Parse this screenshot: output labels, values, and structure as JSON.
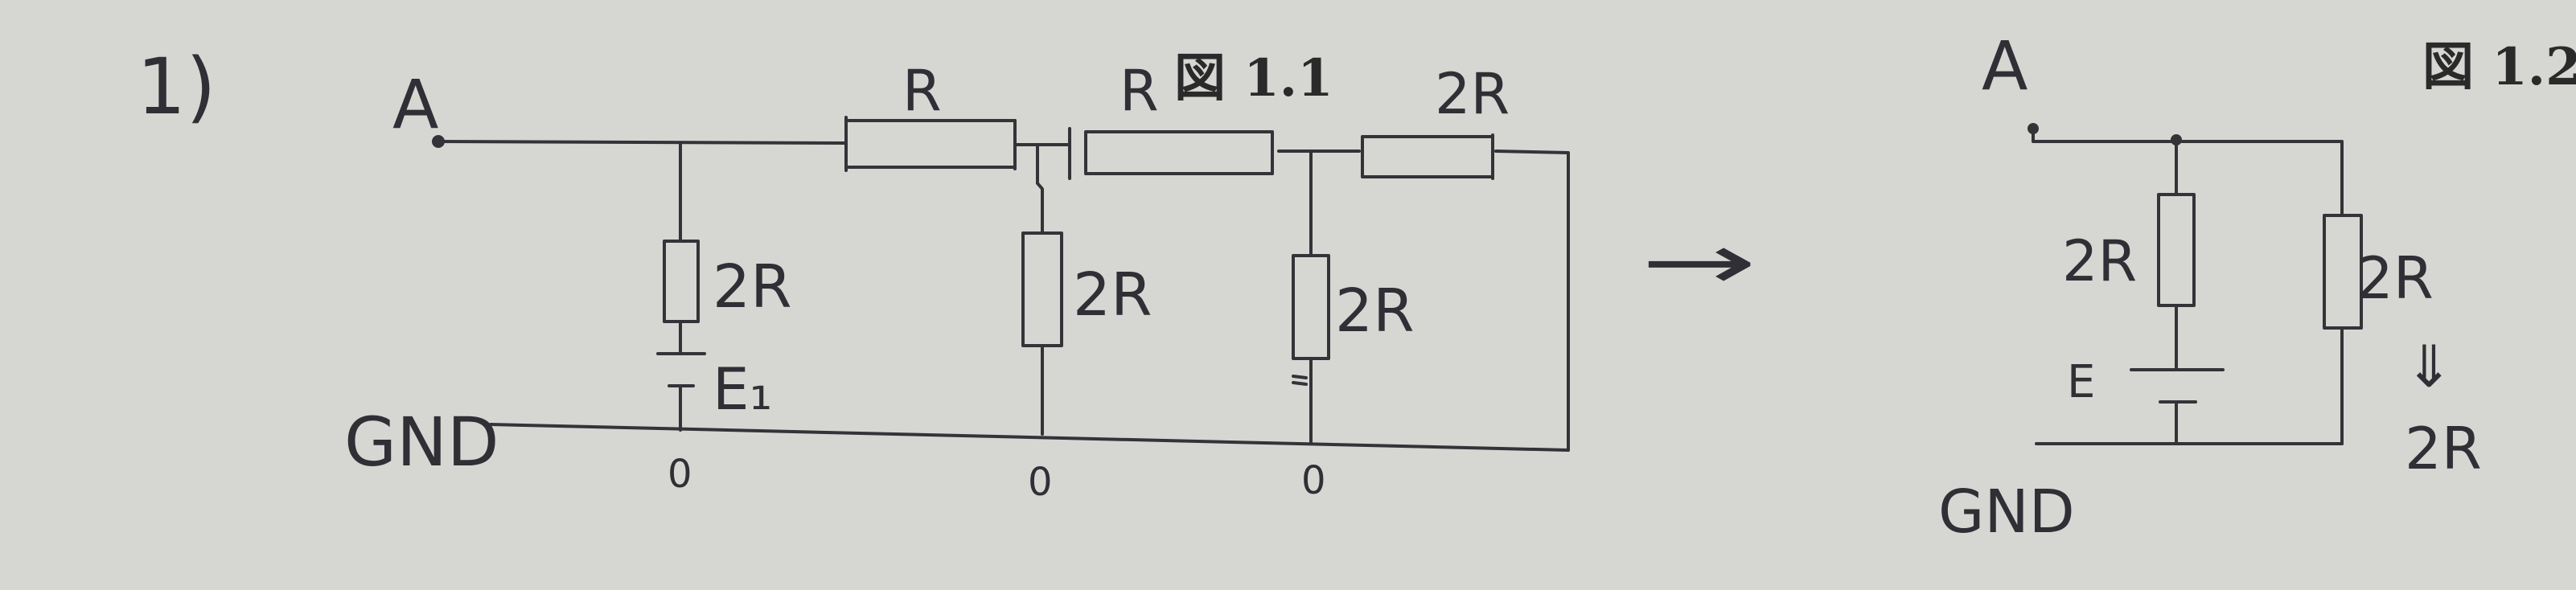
{
  "diagram": {
    "step_label": "1)",
    "figure_1": {
      "caption": "図 1.1",
      "node_a": "A",
      "ground": "GND",
      "series_r1": "R",
      "series_r2": "R",
      "series_r3": "2R",
      "branch_1": "2R",
      "branch_2": "2R",
      "branch_3": "2R",
      "source": "E₁",
      "node_1": "0",
      "node_2": "0",
      "node_3": "0"
    },
    "arrow": "→",
    "figure_2": {
      "caption": "図 1.2",
      "node_a": "A",
      "ground": "GND",
      "branch_left": "2R",
      "source": "E",
      "branch_right": "2R",
      "equivalence_arrow": "⇓",
      "branch_right_result": "2R"
    }
  },
  "colors": {
    "paper": "#d6d6d3",
    "ink": "#2f2f35"
  }
}
